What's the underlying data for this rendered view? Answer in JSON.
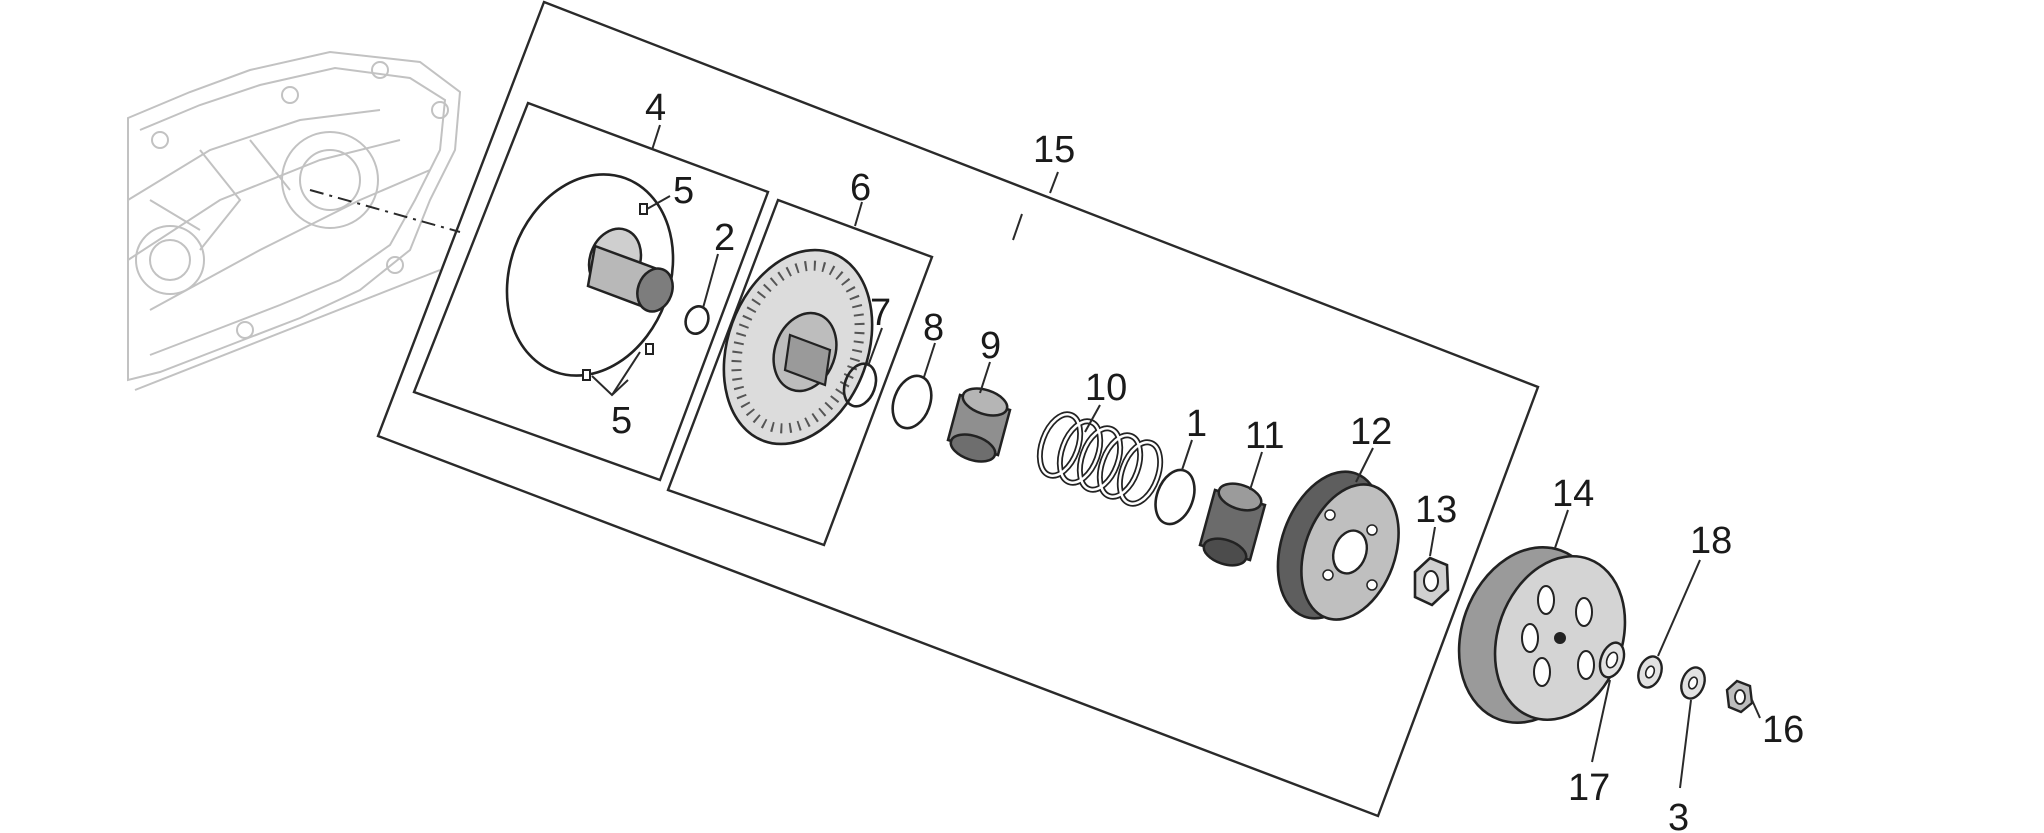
{
  "callouts": {
    "p1": "1",
    "p2": "2",
    "p3": "3",
    "p4": "4",
    "p5a": "5",
    "p5b": "5",
    "p6": "6",
    "p7": "7",
    "p8": "8",
    "p9": "9",
    "p10": "10",
    "p11": "11",
    "p12": "12",
    "p13": "13",
    "p14": "14",
    "p15": "15",
    "p16": "16",
    "p17": "17",
    "p18": "18"
  }
}
